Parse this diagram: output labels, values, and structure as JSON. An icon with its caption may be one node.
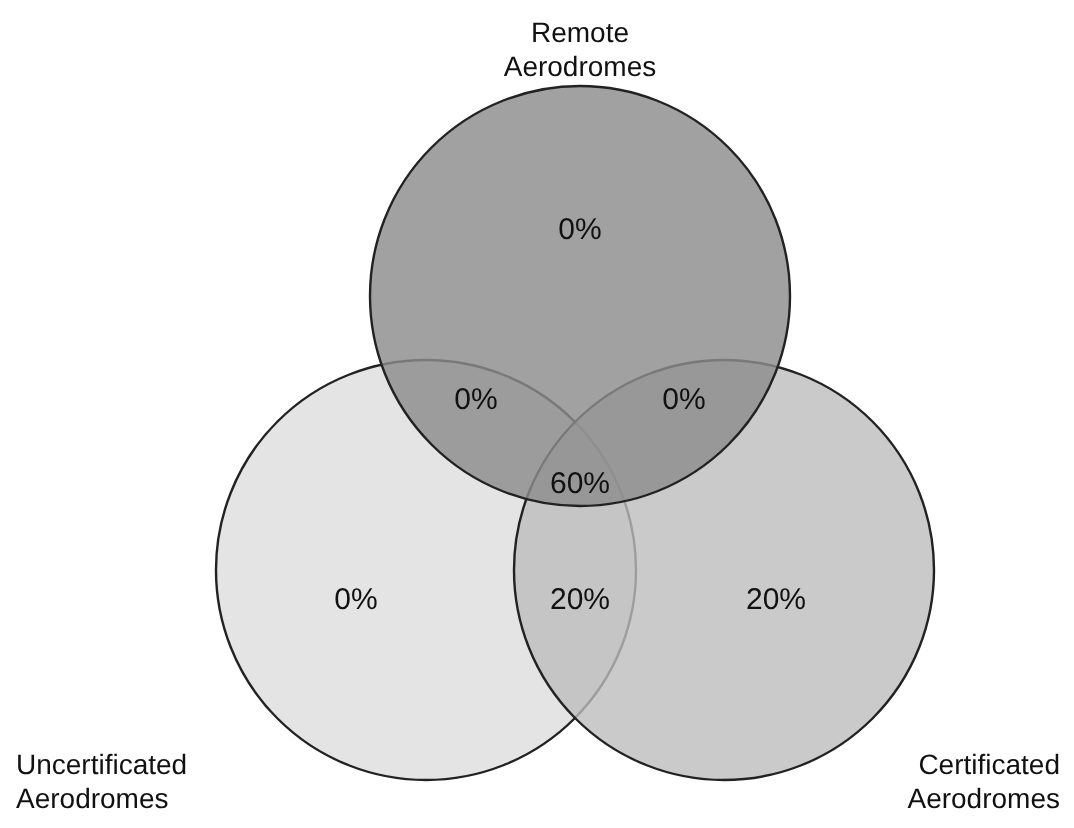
{
  "diagram": {
    "nodes": [
      {
        "text": [
          "Remote Aerodromes"
        ]
      },
      {
        "text": [
          "Uncertificated Aerodromes"
        ]
      },
      {
        "text": [
          "Certificated Aerodromes"
        ]
      }
    ],
    "labels": [
      "0%",
      "0%",
      "0%",
      "60%",
      "0%",
      "20%",
      "20%"
    ]
  }
}
